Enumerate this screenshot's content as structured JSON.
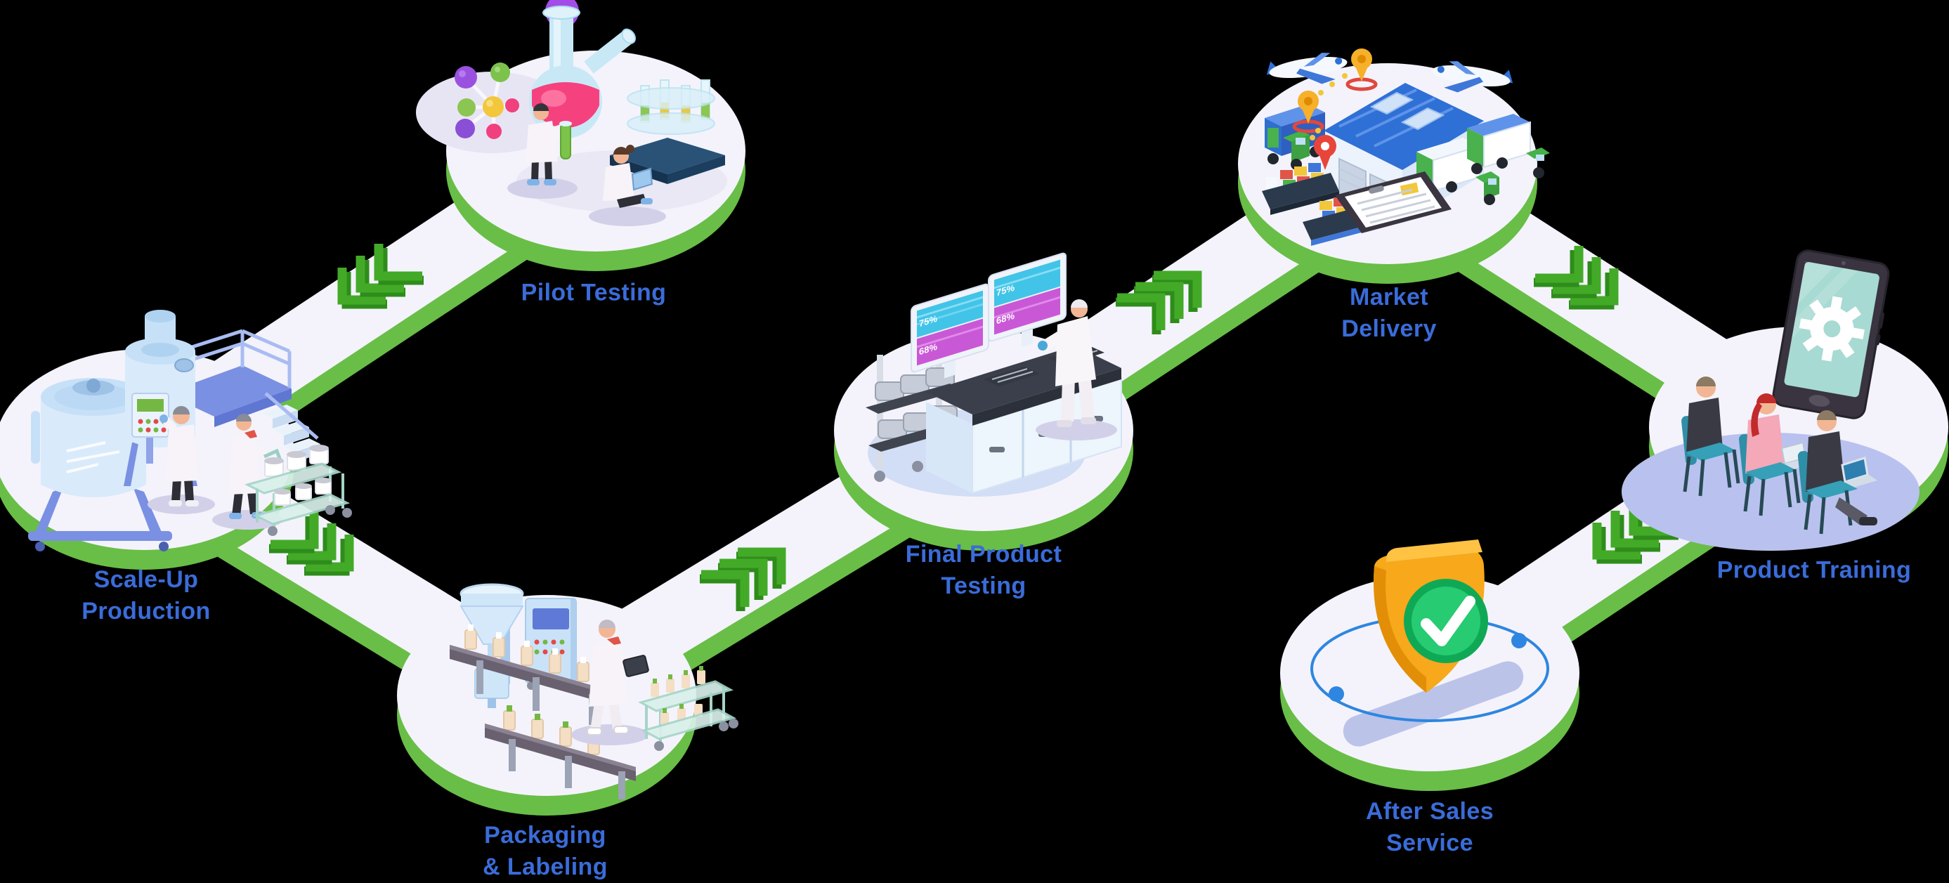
{
  "diagram": {
    "type": "isometric-process-flow",
    "stages": [
      {
        "id": "pilot-testing",
        "name": "Pilot Testing",
        "label_lines": [
          "Pilot Testing"
        ]
      },
      {
        "id": "scale-up-production",
        "name": "Scale-Up Production",
        "label_lines": [
          "Scale-Up",
          "Production"
        ]
      },
      {
        "id": "packaging-labeling",
        "name": "Packaging & Labeling",
        "label_lines": [
          "Packaging",
          "& Labeling"
        ]
      },
      {
        "id": "final-product-testing",
        "name": "Final Product Testing",
        "label_lines": [
          "Final Product",
          "Testing"
        ],
        "monitor_readouts": [
          "75%",
          "68%"
        ]
      },
      {
        "id": "market-delivery",
        "name": "Market Delivery",
        "label_lines": [
          "Market",
          "Delivery"
        ]
      },
      {
        "id": "product-training",
        "name": "Product Training",
        "label_lines": [
          "Product Training"
        ]
      },
      {
        "id": "after-sales-service",
        "name": "After Sales Service",
        "label_lines": [
          "After Sales",
          "Service"
        ]
      }
    ],
    "flow_connections": [
      {
        "from": "Pilot Testing",
        "to": "Scale-Up Production",
        "chevron_direction": "down-left"
      },
      {
        "from": "Scale-Up Production",
        "to": "Packaging & Labeling",
        "chevron_direction": "down-right"
      },
      {
        "from": "Packaging & Labeling",
        "to": "Final Product Testing",
        "chevron_direction": "up-right"
      },
      {
        "from": "Final Product Testing",
        "to": "Market Delivery",
        "chevron_direction": "up-right"
      },
      {
        "from": "Market Delivery",
        "to": "Product Training",
        "chevron_direction": "down-right"
      },
      {
        "from": "Product Training",
        "to": "After Sales Service",
        "chevron_direction": "down-left"
      }
    ],
    "colors": {
      "background": "#000000",
      "platform_top": "#F4F3FB",
      "platform_side_green": "#69BE47",
      "road_top": "#F4F3FB",
      "road_side_green": "#69BE47",
      "chevron_green": "#43AA28",
      "chevron_shadow_green": "#2E8C1B",
      "label_blue": "#3A6CD9",
      "shield_gold": "#F7A81B",
      "check_green": "#26CB72",
      "screen_cyan": "#41C4E8",
      "screen_magenta": "#C958D6"
    }
  }
}
